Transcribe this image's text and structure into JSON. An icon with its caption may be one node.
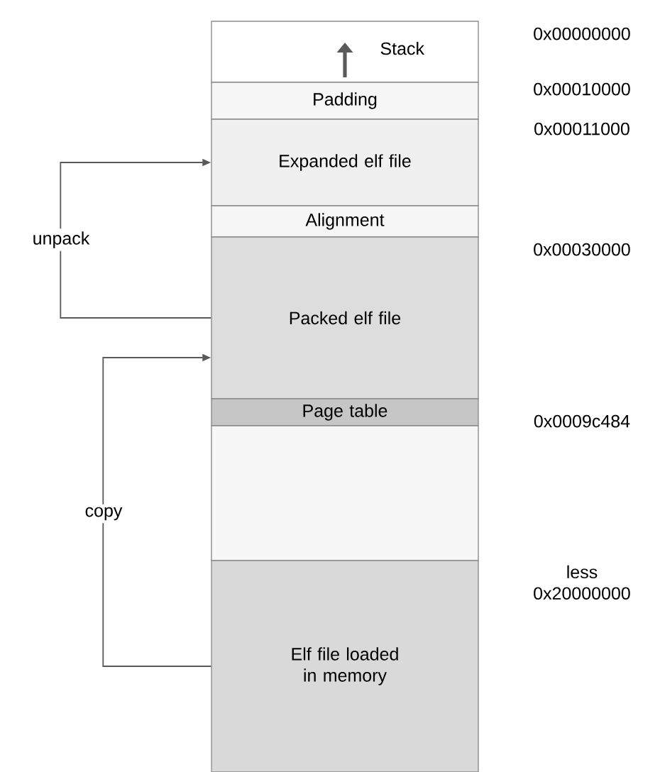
{
  "diagram": {
    "nodes": [
      {
        "text": [
          "Stack"
        ]
      },
      {
        "text": [
          "Padding"
        ]
      },
      {
        "text": [
          "Expanded elf file"
        ]
      },
      {
        "text": [
          "Alignment"
        ]
      },
      {
        "text": [
          "Packed elf file"
        ]
      },
      {
        "text": [
          "Page table"
        ]
      },
      {
        "text": [],
        "shape": "box"
      },
      {
        "text": [
          "Elf file loaded in memory"
        ]
      }
    ],
    "edges": [
      {
        "from": 4,
        "to": 2,
        "arrow": "to",
        "label": "unpack"
      },
      {
        "from": 7,
        "to": 4,
        "arrow": "to",
        "label": "copy"
      }
    ],
    "labels": [
      "0x00000000",
      "0x00010000",
      "0x00011000",
      "0x00030000",
      "0x0009c484",
      "less 0x20000000"
    ]
  }
}
